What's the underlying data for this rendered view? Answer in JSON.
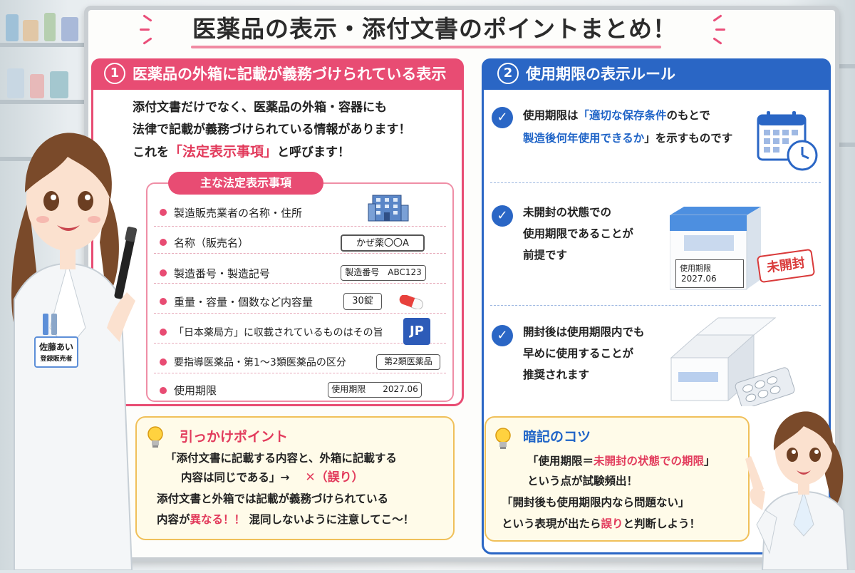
{
  "title": "医薬品の表示・添付文書のポイントまとめ！",
  "section1": {
    "number": "1",
    "heading": "医薬品の外箱に記載が義務づけられている表示",
    "intro_line1": "添付文書だけでなく、医薬品の外箱・容器にも",
    "intro_line2": "法律で記載が義務づけられている情報があります！",
    "intro_line3_pre": "これを",
    "intro_line3_em": "「法定表示事項」",
    "intro_line3_post": "と呼びます！",
    "subheading": "主な法定表示事項",
    "items": [
      {
        "label": "製造販売業者の名称・住所",
        "tag": ""
      },
      {
        "label": "名称（販売名）",
        "tag": "かぜ薬〇〇A"
      },
      {
        "label": "製造番号・製造記号",
        "tag": "製造番号　ABC123"
      },
      {
        "label": "重量・容量・個数など内容量",
        "tag": "30錠"
      },
      {
        "label": "「日本薬局方」に収載されているものはその旨",
        "tag": "JP"
      },
      {
        "label": "要指導医薬品・第1〜3類医薬品の区分",
        "tag": "第2類医薬品"
      },
      {
        "label": "使用期限",
        "tag": "使用期限　　2027.06"
      }
    ]
  },
  "trap": {
    "heading": "引っかけポイント",
    "line1": "「添付文書に記載する内容と、外箱に記載する",
    "line2": "内容は同じである」→",
    "wrong": "✕（誤り）",
    "line3": "添付文書と外箱では記載が義務づけられている",
    "line4_pre": "内容が",
    "line4_em": "異なる！！",
    "line4_post": "混同しないように注意してこ〜！"
  },
  "section2": {
    "number": "2",
    "heading": "使用期限の表示ルール",
    "p1_line1_pre": "使用期限は",
    "p1_line1_em": "「適切な保存条件",
    "p1_line1_post": "のもとで",
    "p1_line2_em": "製造後何年使用できるか",
    "p1_line2_post": "」を示すものです",
    "p2_line1": "未開封の状態での",
    "p2_line2": "使用期限であることが",
    "p2_line3": "前提です",
    "box_label": "使用期限",
    "box_date": "2027.06",
    "stamp": "未開封",
    "p3_line1": "開封後は使用期限内でも",
    "p3_line2": "早めに使用することが",
    "p3_line3": "推奨されます"
  },
  "memo": {
    "heading": "暗記のコツ",
    "line1_pre": "「使用期限＝",
    "line1_em": "未開封の状態での期限",
    "line1_post": "」",
    "line2": "という点が試験頻出！",
    "line3": "「開封後も使用期限内なら問題ない」",
    "line4_pre": "という表現が出たら",
    "line4_em": "誤り",
    "line4_post": "と判断しよう！"
  },
  "badge": {
    "name": "佐藤あい",
    "role": "登録販売者"
  },
  "colors": {
    "pink": "#e84c73",
    "blue": "#2a66c5",
    "yellow": "#f0c05a"
  }
}
